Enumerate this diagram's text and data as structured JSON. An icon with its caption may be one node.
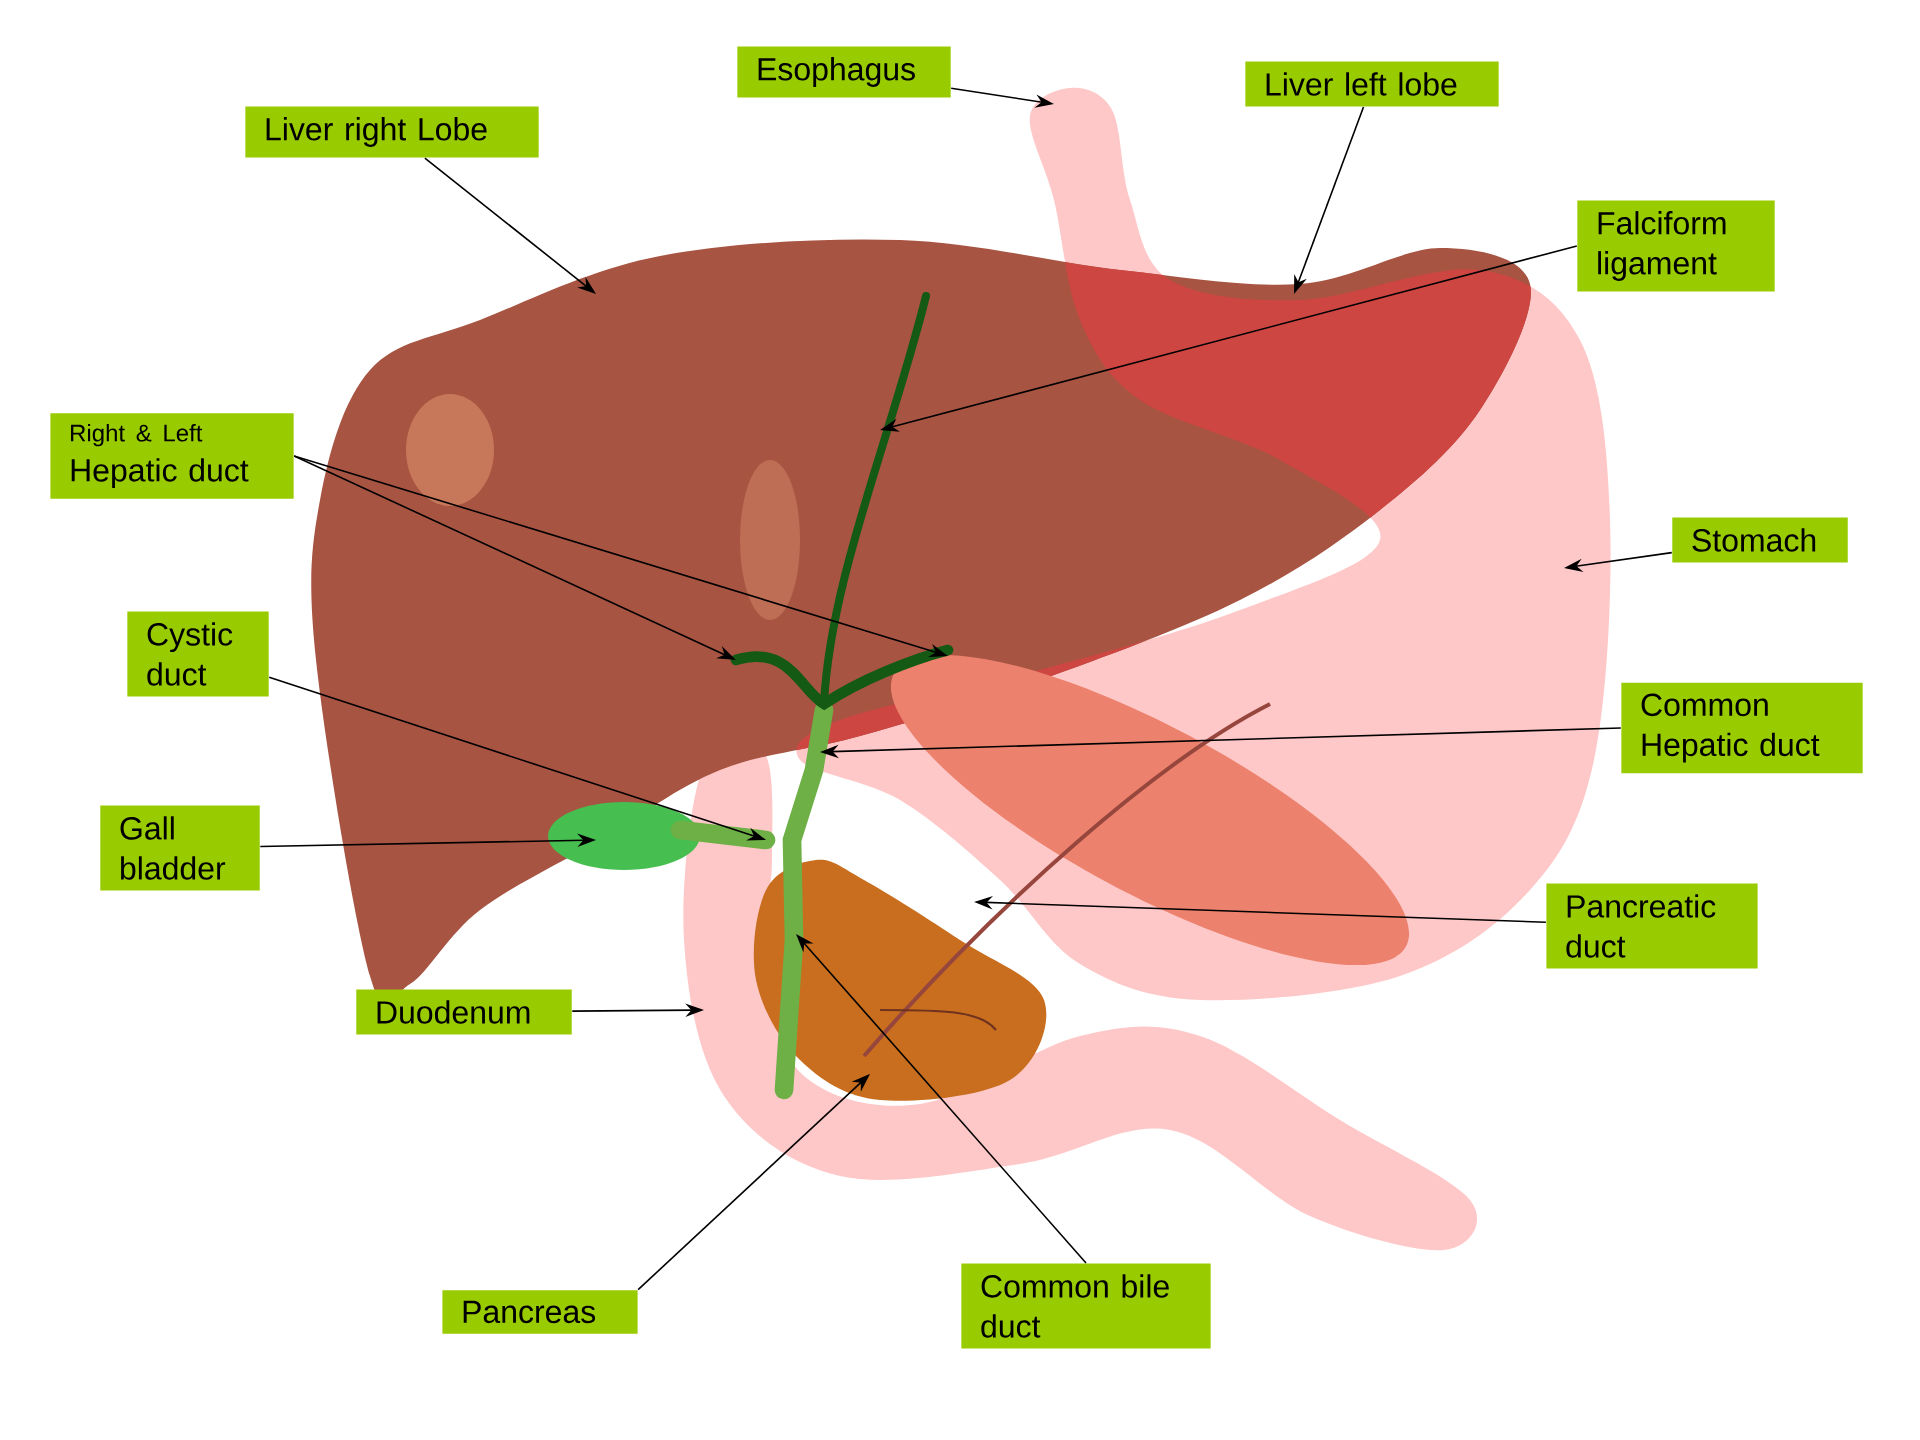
{
  "diagram": {
    "nodes": [
      {
        "text": [
          "Esophagus"
        ]
      },
      {
        "text": [
          "Liver left lobe"
        ]
      },
      {
        "text": [
          "Liver right Lobe"
        ]
      },
      {
        "text": [
          "Falciform ligament"
        ]
      },
      {
        "text": [
          "Right & Left",
          "Hepatic duct"
        ]
      },
      {
        "text": [
          "Stomach"
        ]
      },
      {
        "text": [
          "Cystic duct"
        ]
      },
      {
        "text": [
          "Common Hepatic duct"
        ]
      },
      {
        "text": [
          "Gall bladder"
        ]
      },
      {
        "text": [
          "Pancreatic duct"
        ]
      },
      {
        "text": [
          "Duodenum"
        ]
      },
      {
        "text": [
          "Pancreas"
        ]
      },
      {
        "text": [
          "Common bile duct"
        ]
      }
    ],
    "edges": [
      {
        "from": 0,
        "to": null,
        "arrow": "to"
      },
      {
        "from": 1,
        "to": null,
        "arrow": "to"
      },
      {
        "from": 2,
        "to": null,
        "arrow": "to"
      },
      {
        "from": 3,
        "to": null,
        "arrow": "to"
      },
      {
        "from": 4,
        "to": null,
        "arrow": "to"
      },
      {
        "from": 4,
        "to": null,
        "arrow": "to"
      },
      {
        "from": 5,
        "to": null,
        "arrow": "to"
      },
      {
        "from": 6,
        "to": null,
        "arrow": "to"
      },
      {
        "from": 7,
        "to": null,
        "arrow": "to"
      },
      {
        "from": 8,
        "to": null,
        "arrow": "to"
      },
      {
        "from": 9,
        "to": null,
        "arrow": "to"
      },
      {
        "from": 10,
        "to": null,
        "arrow": "to"
      },
      {
        "from": 11,
        "to": null,
        "arrow": "to"
      },
      {
        "from": 12,
        "to": null,
        "arrow": "to"
      }
    ]
  }
}
